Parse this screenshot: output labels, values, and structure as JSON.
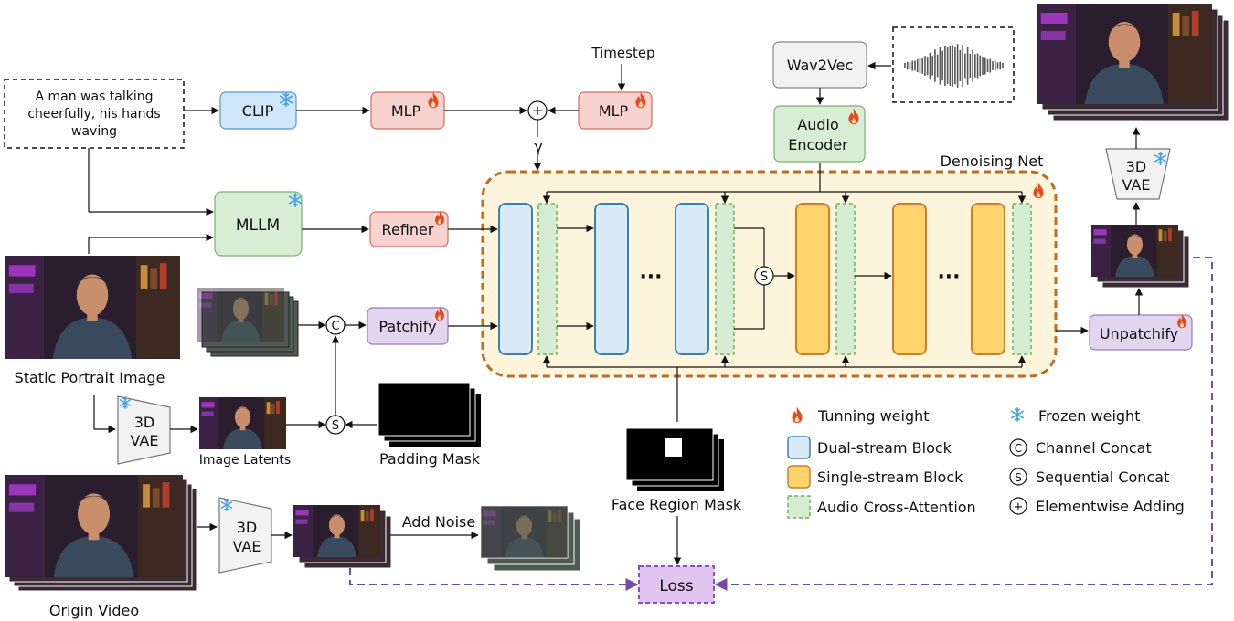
{
  "prompt_text": [
    "A man was talking",
    "cheerfully, his hands",
    "waving"
  ],
  "nodes": {
    "clip": "CLIP",
    "mlp_text": "MLP",
    "mlp_time": "MLP",
    "timestep": "Timestep",
    "gamma": "γ",
    "mllm": "MLLM",
    "refiner": "Refiner",
    "patchify": "Patchify",
    "unpatchify": "Unpatchify",
    "wav2vec": "Wav2Vec",
    "audio_encoder": [
      "Audio",
      "Encoder"
    ],
    "vae_label": [
      "3D",
      "VAE"
    ],
    "denoising_net": "Denoising Net",
    "loss": "Loss",
    "add_noise": "Add Noise",
    "ellipsis": "···"
  },
  "captions": {
    "static_portrait": "Static Portrait Image",
    "image_latents": "Image Latents",
    "padding_mask": "Padding Mask",
    "face_region_mask": "Face Region Mask",
    "origin_video": "Origin Video"
  },
  "operators": {
    "channel_concat": "C",
    "sequential_concat": "S",
    "add": "+"
  },
  "legend": {
    "tuning_weight": "Tunning weight",
    "frozen_weight": "Frozen weight",
    "dual_stream": "Dual-stream Block",
    "single_stream": "Single-stream Block",
    "audio_cross_attention": "Audio Cross-Attention",
    "channel_concat": "Channel Concat",
    "sequential_concat": "Sequential Concat",
    "elementwise_adding": "Elementwise Adding"
  },
  "colors": {
    "clip_fill": "#cfe6fb",
    "mlp_fill": "#f8d2cf",
    "mllm_fill": "#d9ecd4",
    "patchify_fill": "#e2d5ee",
    "wav2vec_fill": "#f2f2f2",
    "denoise_bg": "#fdf4dc",
    "denoise_border": "#c46a1f",
    "dual_fill": "#d7eaf5",
    "dual_border": "#3d7fb0",
    "single_fill": "#fdd36b",
    "single_border": "#cf7d2d",
    "attn_fill": "#d6ecd0",
    "attn_border": "#6fae67",
    "loss_fill": "#e0c6ef",
    "loss_border": "#8b4fb7",
    "flame": "#e24a1e",
    "snow": "#3fa0e6"
  },
  "icons": [
    "flame-icon",
    "snowflake-icon",
    "waveform-icon"
  ]
}
